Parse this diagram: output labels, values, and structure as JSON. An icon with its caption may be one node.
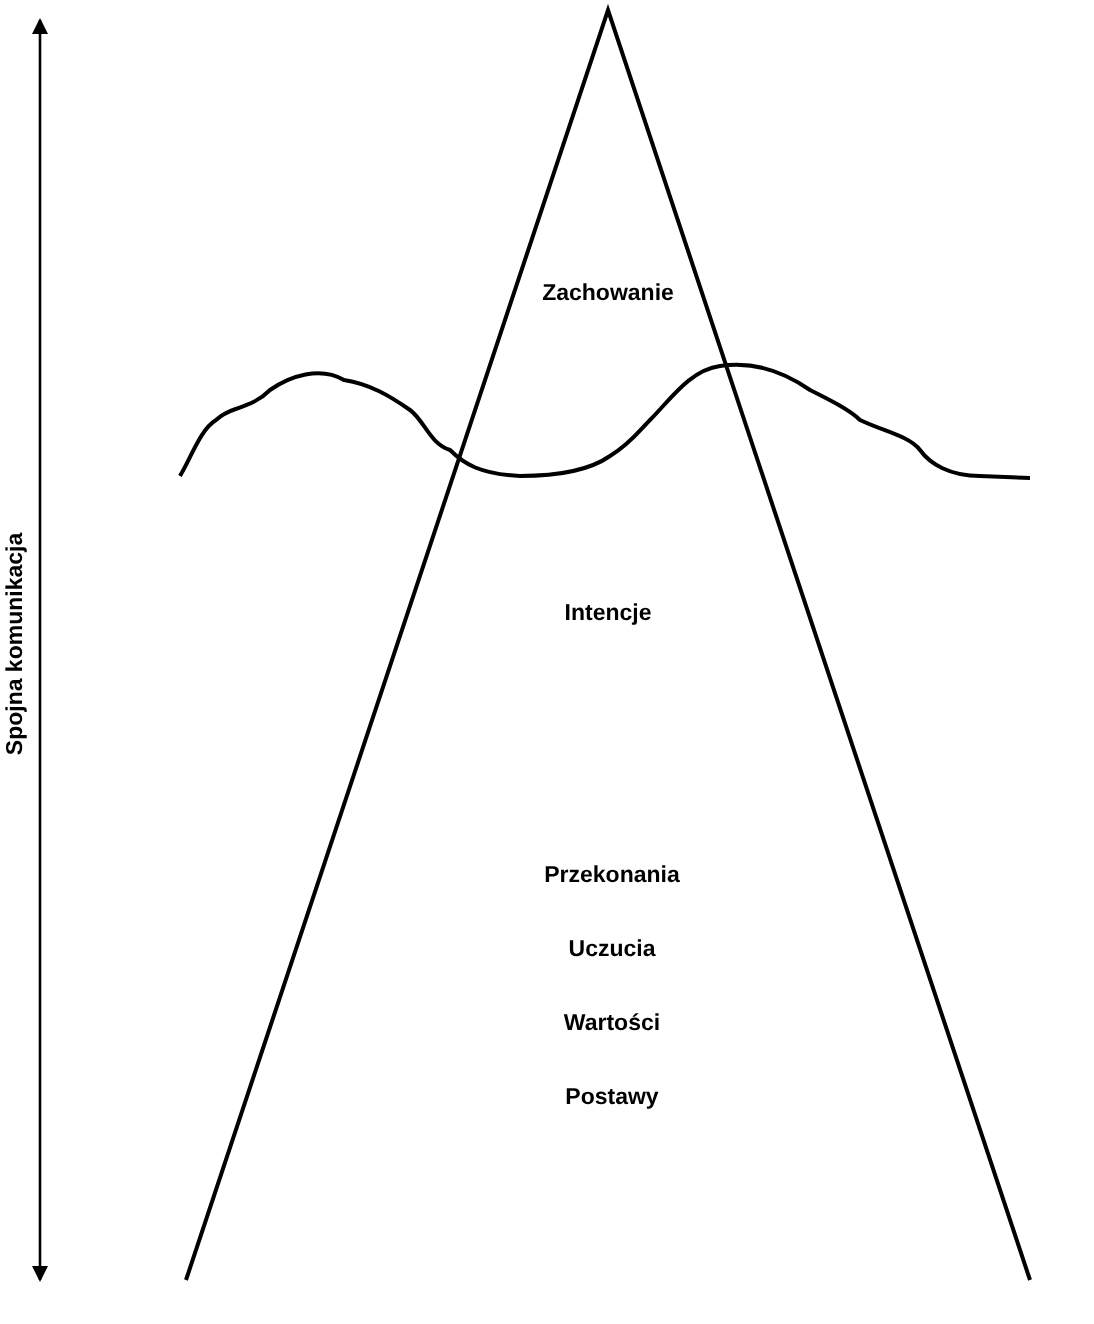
{
  "diagram": {
    "labels": [
      "Spojna komunikacja",
      "Zachowanie",
      "Intencje",
      "Przekonania",
      "Uczucia",
      "Wartości",
      "Postawy"
    ]
  }
}
